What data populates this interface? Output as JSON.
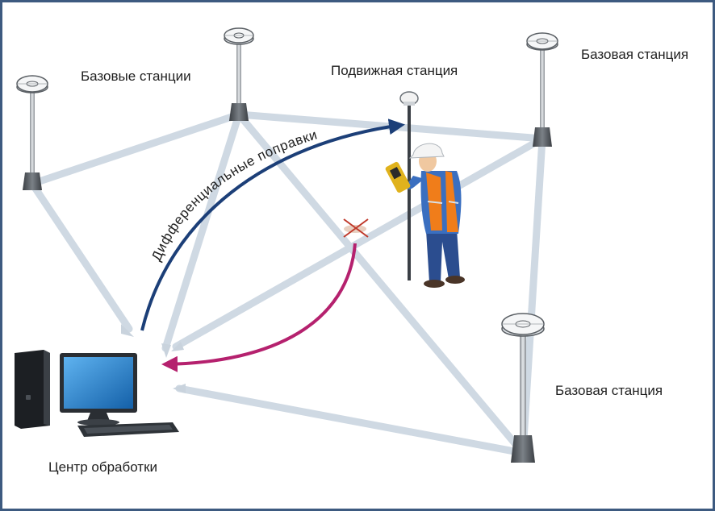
{
  "labels": {
    "base_stations_group": "Базовые станции",
    "base_station_top_right": "Базовая станция",
    "base_station_bottom_right": "Базовая станция",
    "rover_station": "Подвижная станция",
    "processing_center": "Центр обработки",
    "differential_corrections": "Дифференциальные поправки"
  },
  "colors": {
    "frame": "#3d5a80",
    "network_link": "#cfd9e3",
    "corrections_arrow": "#1c3f78",
    "return_arrow": "#b5216e",
    "safety_vest": "#f07d1a",
    "monitor_screen": "#1f7fd0"
  },
  "icons": {
    "antenna": "gnss-antenna-icon",
    "computer": "desktop-computer-icon",
    "surveyor": "surveyor-with-rover-icon",
    "crossed": "crossed-signal-icon"
  }
}
